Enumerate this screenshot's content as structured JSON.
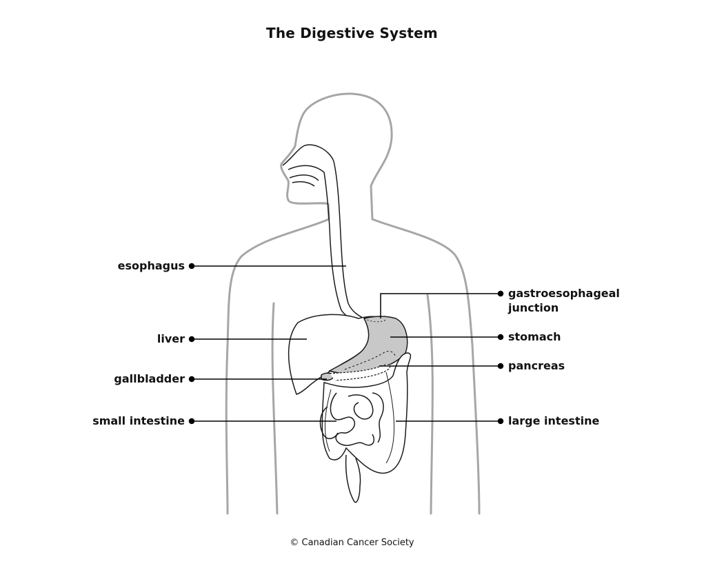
{
  "title": "The Digestive System",
  "labels": {
    "esophagus": "esophagus",
    "liver": "liver",
    "gallbladder": "gallbladder",
    "small_intestine": "small intestine",
    "gastroesophageal_line1": "gastroesophageal",
    "gastroesophageal_line2": "junction",
    "stomach": "stomach",
    "pancreas": "pancreas",
    "large_intestine": "large intestine"
  },
  "credit": "© Canadian Cancer Society",
  "colors": {
    "body_outline": "#a6a6a6",
    "organ_outline": "#1a1a1a",
    "organ_fill": "#c8c8c8",
    "leader": "#000000"
  }
}
